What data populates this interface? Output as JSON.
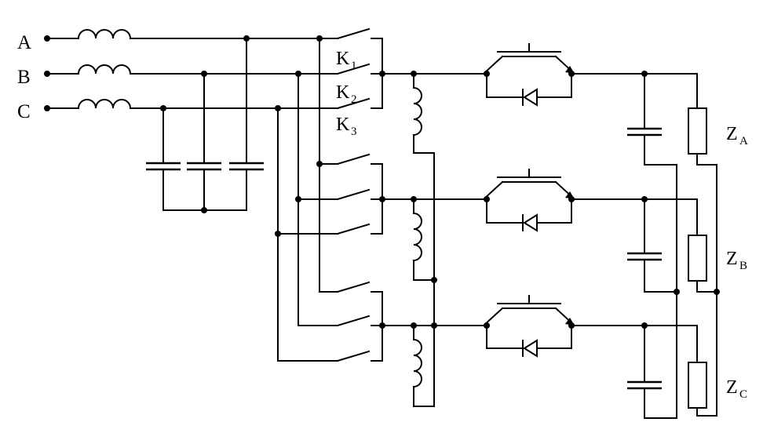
{
  "phases": [
    {
      "id": "A",
      "label": "A"
    },
    {
      "id": "B",
      "label": "B"
    },
    {
      "id": "C",
      "label": "C"
    }
  ],
  "switch_labels": [
    {
      "main": "K",
      "sub": "1"
    },
    {
      "main": "K",
      "sub": "2"
    },
    {
      "main": "K",
      "sub": "3"
    }
  ],
  "load_labels": [
    {
      "main": "Z",
      "sub": "A"
    },
    {
      "main": "Z",
      "sub": "B"
    },
    {
      "main": "Z",
      "sub": "C"
    }
  ],
  "colors": {
    "line": "#000000",
    "background": "#ffffff"
  }
}
